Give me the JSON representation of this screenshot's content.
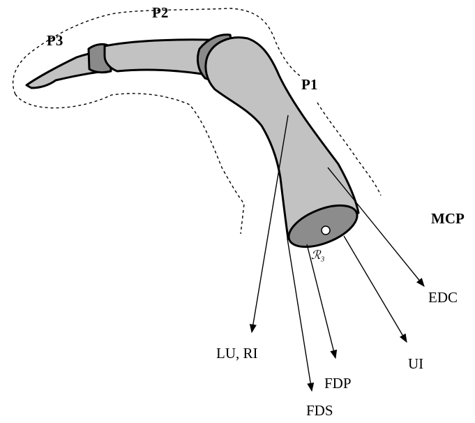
{
  "colors": {
    "bone": "#c2c2c2",
    "joint": "#8a8a8a",
    "cross_section": "#8c8c8c",
    "outline": "#000000"
  },
  "labels": {
    "p1": "P1",
    "p2": "P2",
    "p3": "P3",
    "mcp": "MCP",
    "r3": "ℛ₃",
    "edc": "EDC",
    "ui": "UI",
    "fdp": "FDP",
    "fds": "FDS",
    "lu_ri": "LU, RI"
  }
}
